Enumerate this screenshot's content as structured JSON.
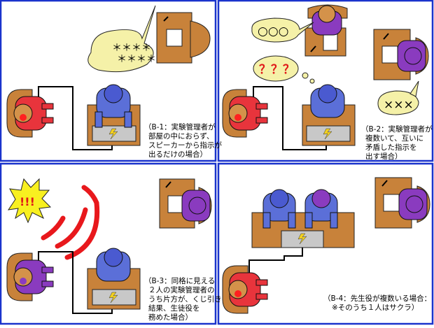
{
  "panels": [
    {
      "id": "B-1",
      "caption_lines": [
        "（B-1：実験管理者が",
        "部屋の中におらず、",
        "スピーカーから指示が",
        "出るだけの場合）"
      ],
      "speech_lines": [
        "＊＊＊＊",
        "＊＊＊＊"
      ]
    },
    {
      "id": "B-2",
      "caption_lines": [
        "（B-2：実験管理者が",
        "複数いて、互いに",
        "矛盾した指示を",
        "出す場合）"
      ],
      "speech_a": "○○○",
      "thought": "？？？",
      "speech_b": "×××"
    },
    {
      "id": "B-3",
      "caption_lines": [
        "（B-3：同格に見える",
        "２人の実験管理者の",
        "うち片方が、くじ引きの",
        "結果、生徒役を",
        "務めた場合）"
      ],
      "burst": "!!!"
    },
    {
      "id": "B-4",
      "caption_lines": [
        "（B-4：先生役が複数いる場合：",
        "※そのうち１人はサクラ）"
      ]
    }
  ],
  "colors": {
    "frame": "#1a33cc",
    "desk": "#c8823a",
    "paper": "#ffffff",
    "teacher_blue": "#5b6fd8",
    "learner_red": "#e8343c",
    "manager_purple": "#8a3bbf",
    "skin": "#d4924a",
    "bubble": "#f5f1a8",
    "burst": "#f8f020",
    "wave": "#e8181c",
    "device": "#c8c8c8"
  }
}
